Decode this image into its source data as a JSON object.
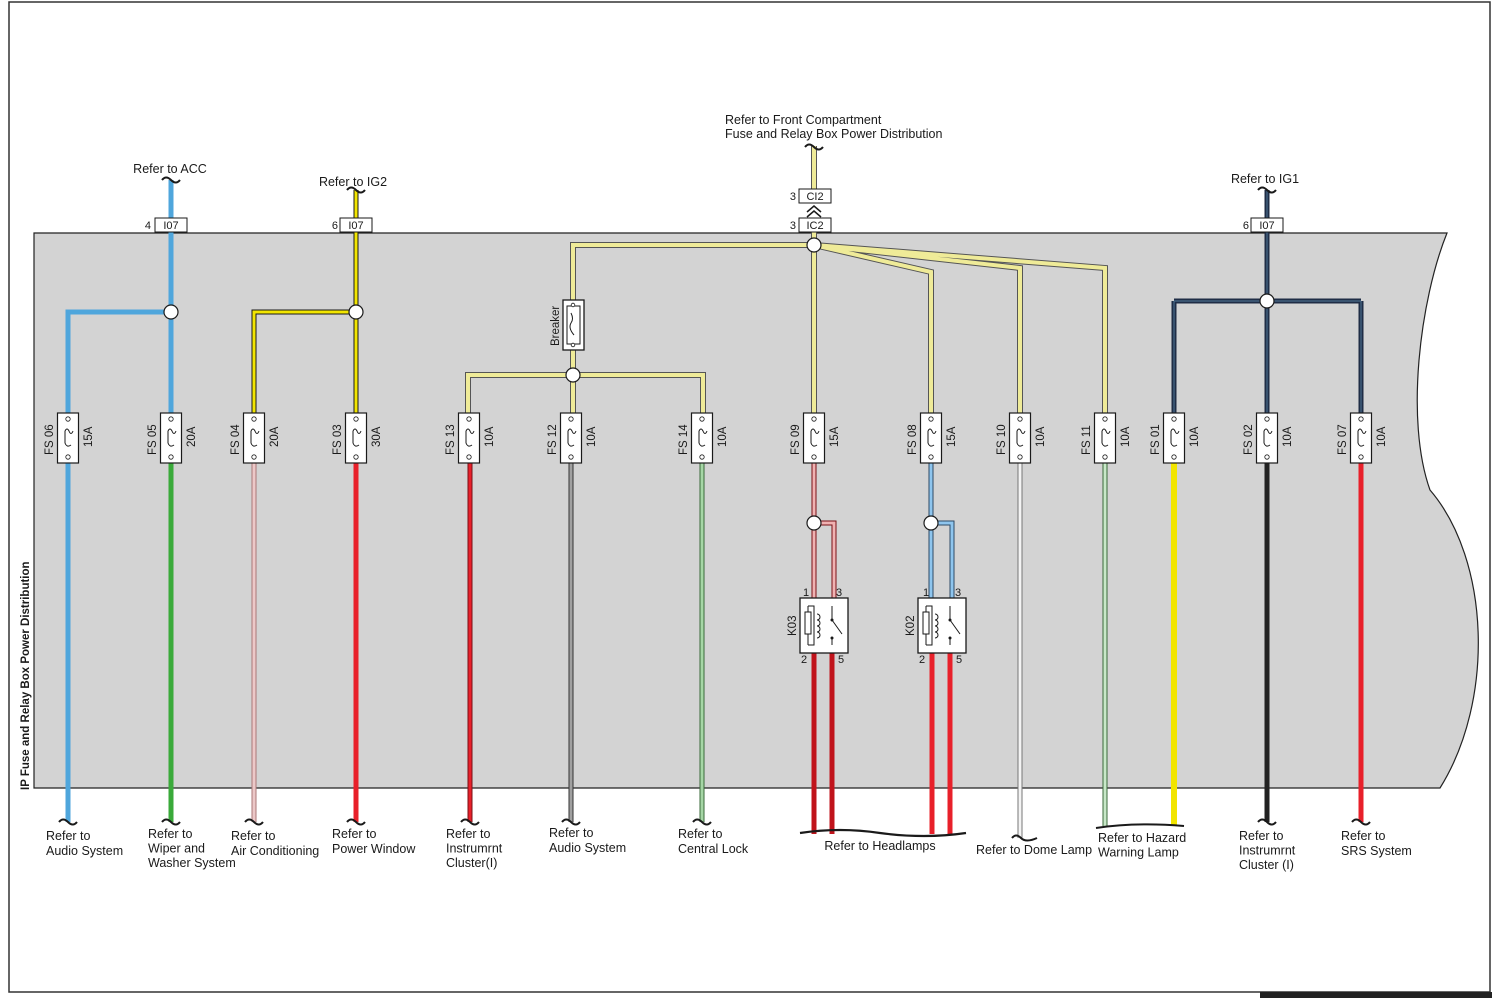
{
  "box_title": "IP Fuse and Relay Box Power Distribution",
  "top_refs": {
    "acc": "Refer to ACC",
    "ig2": "Refer to IG2",
    "front_line1": "Refer to Front Compartment",
    "front_line2": "Fuse and Relay Box Power Distribution",
    "ig1": "Refer to IG1"
  },
  "connectors": {
    "acc": {
      "pin": "4",
      "name": "I07"
    },
    "ig2": {
      "pin": "6",
      "name": "I07"
    },
    "ci2": {
      "pin": "3",
      "name": "CI2"
    },
    "ic2": {
      "pin": "3",
      "name": "IC2"
    },
    "ig1": {
      "pin": "6",
      "name": "I07"
    }
  },
  "breaker_label": "Breaker",
  "fuses": [
    {
      "id": "FS 06",
      "rating": "15A"
    },
    {
      "id": "FS 05",
      "rating": "20A"
    },
    {
      "id": "FS 04",
      "rating": "20A"
    },
    {
      "id": "FS 03",
      "rating": "30A"
    },
    {
      "id": "FS 13",
      "rating": "10A"
    },
    {
      "id": "FS 12",
      "rating": "10A"
    },
    {
      "id": "FS 14",
      "rating": "10A"
    },
    {
      "id": "FS 09",
      "rating": "15A"
    },
    {
      "id": "FS 08",
      "rating": "15A"
    },
    {
      "id": "FS 10",
      "rating": "10A"
    },
    {
      "id": "FS 11",
      "rating": "10A"
    },
    {
      "id": "FS 01",
      "rating": "10A"
    },
    {
      "id": "FS 02",
      "rating": "10A"
    },
    {
      "id": "FS 07",
      "rating": "10A"
    }
  ],
  "relays": [
    {
      "id": "K03",
      "pins": [
        "1",
        "3",
        "2",
        "5"
      ]
    },
    {
      "id": "K02",
      "pins": [
        "1",
        "3",
        "2",
        "5"
      ]
    }
  ],
  "bottom_refs": {
    "audio1": [
      "Refer to",
      "Audio System"
    ],
    "wiper": [
      "Refer to",
      "Wiper and",
      "Washer System"
    ],
    "ac": [
      "Refer to",
      "Air Conditioning"
    ],
    "pwin": [
      "Refer to",
      "Power Window"
    ],
    "cluster1": [
      "Refer to",
      "Instrumrnt",
      "Cluster(I)"
    ],
    "audio2": [
      "Refer to",
      "Audio System"
    ],
    "lock": [
      "Refer to",
      "Central Lock"
    ],
    "headlamps": [
      "Refer to Headlamps"
    ],
    "dome": [
      "Refer to Dome Lamp"
    ],
    "hazard": [
      "Refer to Hazard",
      "Warning Lamp"
    ],
    "cluster2": [
      "Refer to",
      "Instrumrnt",
      "Cluster (I)"
    ],
    "srs": [
      "Refer to",
      "SRS System"
    ]
  },
  "colors": {
    "box_fill": "#d3d3d3",
    "blue": "#4fa6dc",
    "green": "#3aaa3a",
    "yellow": "#f2e500",
    "light_yellow": "#efeb98",
    "red": "#e8202a",
    "pink": "#e9b8b8",
    "navy": "#1f2d46",
    "grey": "#8c8c8c",
    "white_wire": "#f4f4f4",
    "light_green": "#a5d6a5"
  }
}
